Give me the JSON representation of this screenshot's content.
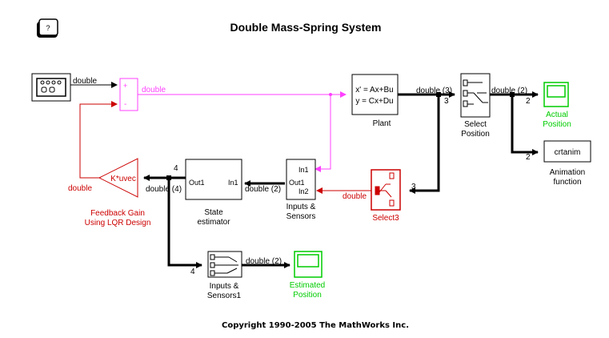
{
  "model": {
    "title": "Double Mass-Spring System",
    "copyright": "Copyright 1990-2005 The MathWorks Inc.",
    "help_icon": "?"
  },
  "colors": {
    "black": "#000000",
    "magenta": "#ff40ff",
    "red": "#cc0000",
    "green": "#00cc00",
    "gray": "#c8c8c8",
    "blue": "#0000ff"
  },
  "signals": {
    "source_out": "double",
    "sum_out": "double",
    "plant_out": "double (3)",
    "plant_width": "3",
    "select_out": "double (2)",
    "actual_width": "2",
    "anim_width": "2",
    "select3_in": "3",
    "select3_out": "double",
    "sensors_out": "double (2)",
    "estimator_out": "double (4)",
    "estimator_width_upper": "4",
    "estimator_width_lower": "4",
    "gain_out": "double",
    "sensors1_out": "double (2)"
  },
  "blocks": {
    "plant": {
      "eq1": "x' = Ax+Bu",
      "eq2": "y = Cx+Du",
      "label": "Plant"
    },
    "select_position": {
      "label_line1": "Select",
      "label_line2": "Position"
    },
    "actual_position": {
      "label_line1": "Actual",
      "label_line2": "Position"
    },
    "crtanim": {
      "text": "crtanim",
      "label_line1": "Animation",
      "label_line2": "function"
    },
    "select3": {
      "label": "Select3"
    },
    "inputs_sensors": {
      "in1": "In1",
      "out1": "Out1",
      "in2": "In2",
      "label_line1": "Inputs &",
      "label_line2": "Sensors"
    },
    "state_estimator": {
      "out1": "Out1",
      "in1": "In1",
      "label_line1": "State",
      "label_line2": "estimator"
    },
    "feedback_gain": {
      "text": "K*uvec",
      "label_line1": "Feedback Gain",
      "label_line2": "Using LQR Design"
    },
    "inputs_sensors1": {
      "label_line1": "Inputs &",
      "label_line2": "Sensors1"
    },
    "estimated_position": {
      "label_line1": "Estimated",
      "label_line2": "Position"
    },
    "sum": {
      "plus": "+",
      "minus": "-"
    }
  }
}
